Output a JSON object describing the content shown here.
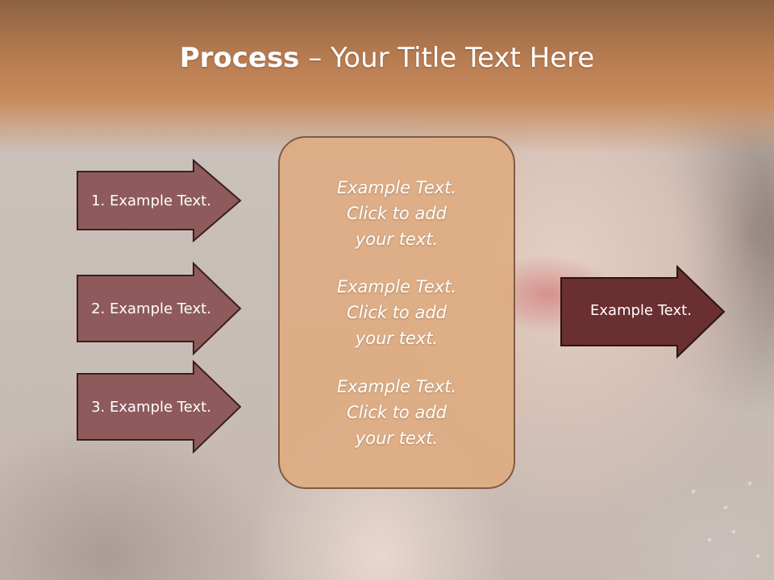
{
  "slide": {
    "title_bold": "Process",
    "title_rest": " – Your Title Text Here"
  },
  "inputs": [
    {
      "label": "1. Example Text."
    },
    {
      "label": "2. Example Text."
    },
    {
      "label": "3. Example Text."
    }
  ],
  "center": {
    "items": [
      {
        "text": "Example Text.\nClick  to add\nyour text."
      },
      {
        "text": "Example Text.\nClick  to add\nyour text."
      },
      {
        "text": "Example Text.\nClick  to add\nyour text."
      }
    ]
  },
  "output": {
    "label": "Example Text."
  },
  "colors": {
    "title_band": "#b57a4f",
    "input_arrow_fill": "#8e5a5b",
    "output_arrow_fill": "#6a2f2f",
    "center_box_fill": "#deac82",
    "arrow_stroke": "#3a1f1f"
  }
}
